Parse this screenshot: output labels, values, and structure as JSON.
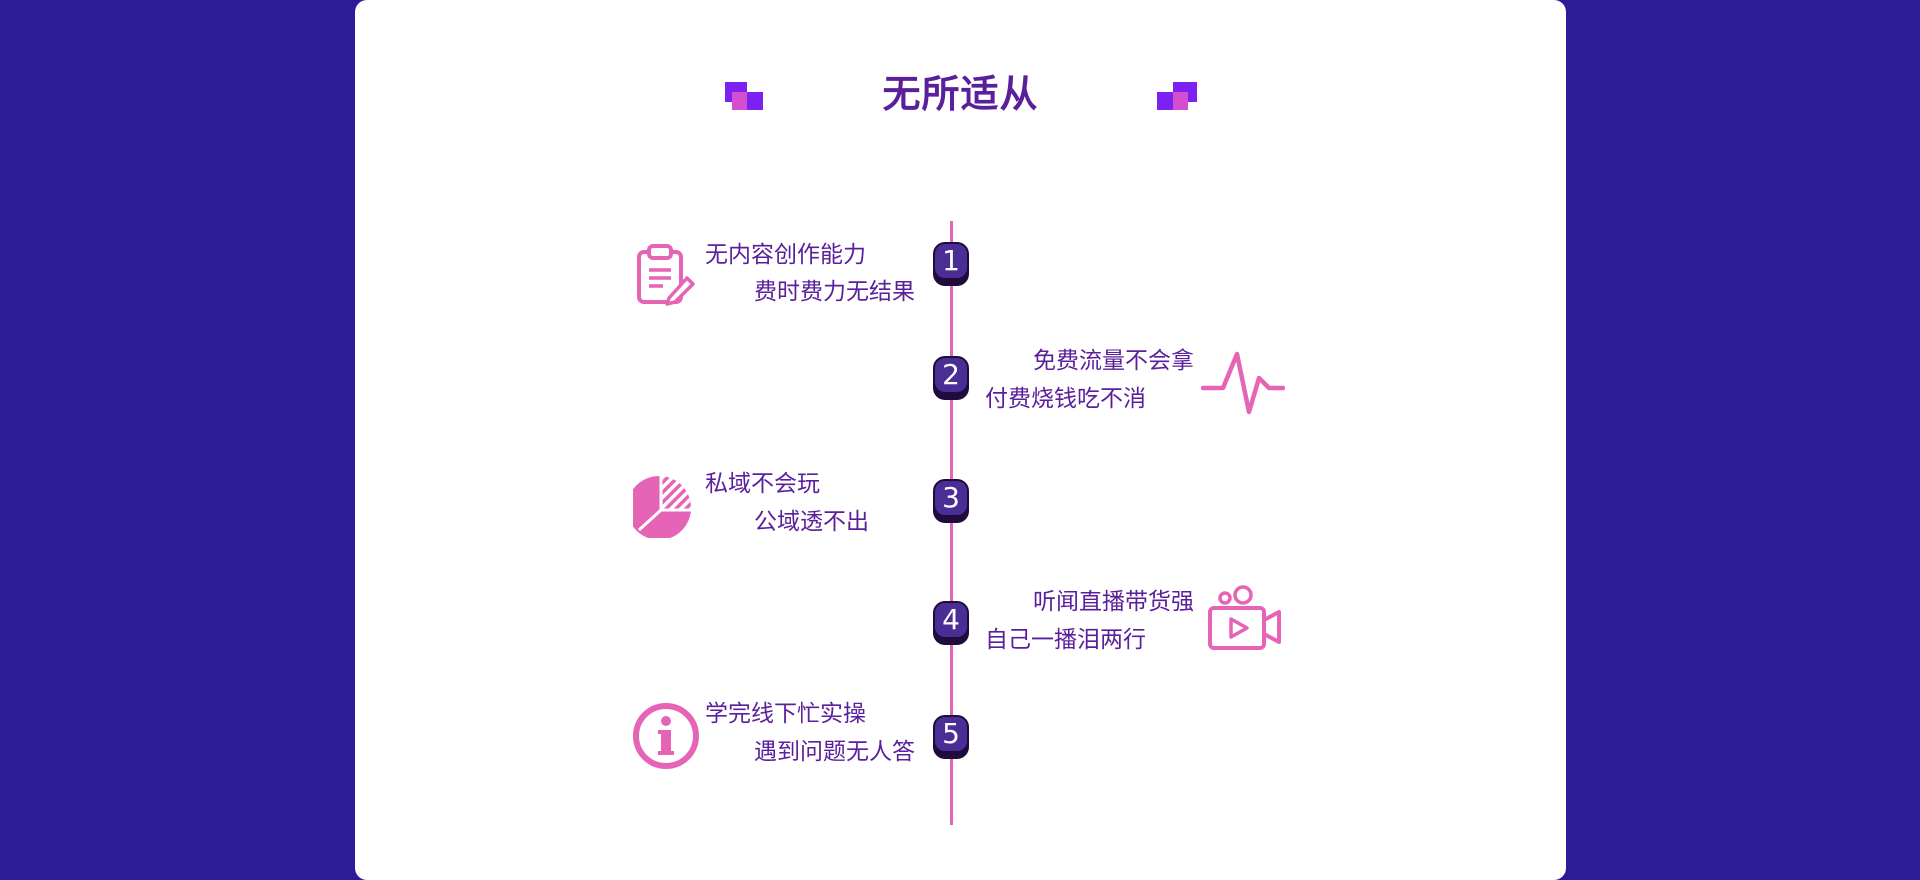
{
  "title": "无所适从",
  "colors": {
    "background": "#2e1b98",
    "card": "#ffffff",
    "title": "#5a1f9b",
    "text": "#5a1f9b",
    "accent_pink": "#e664b6",
    "badge_fill": "#4a2d95",
    "badge_shadow": "#1f0c3c",
    "deco_purple": "#7b22f2",
    "deco_pink": "#d44fd0"
  },
  "items": [
    {
      "number": "1",
      "line1": "无内容创作能力",
      "line2": "费时费力无结果",
      "icon": "clipboard-pen-icon",
      "side": "left"
    },
    {
      "number": "2",
      "line1": "免费流量不会拿",
      "line2": "付费烧钱吃不消",
      "icon": "heartbeat-pulse-icon",
      "side": "right"
    },
    {
      "number": "3",
      "line1": "私域不会玩",
      "line2": "公域透不出",
      "icon": "pie-chart-icon",
      "side": "left"
    },
    {
      "number": "4",
      "line1": "听闻直播带货强",
      "line2": "自己一播泪两行",
      "icon": "video-camera-icon",
      "side": "right"
    },
    {
      "number": "5",
      "line1": "学完线下忙实操",
      "line2": "遇到问题无人答",
      "icon": "info-circle-icon",
      "side": "left"
    }
  ]
}
